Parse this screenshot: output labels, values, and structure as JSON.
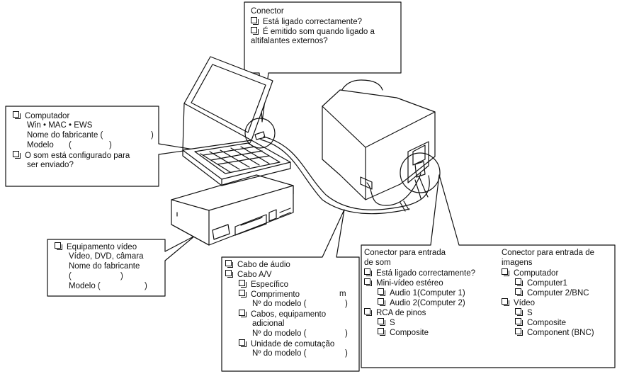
{
  "callouts": {
    "connector_top": {
      "title": "Conector",
      "q1": "Está ligado correctamente?",
      "q2a": "É emitido som quando ligado a",
      "q2b": "altifalantes externos?"
    },
    "computer": {
      "q1": "Computador",
      "os": "Win • MAC • EWS",
      "maker": "Nome do fabricante (",
      "maker_close": ")",
      "model": "Modelo",
      "model_open": "(",
      "model_close": ")",
      "q2a": "O som está configurado para",
      "q2b": "ser enviado?"
    },
    "video_equipment": {
      "q1": "Equipamento vídeo",
      "types": "Vídeo, DVD, câmara",
      "maker": "Nome do fabricante",
      "maker_paren_open": "(",
      "maker_paren_close": ")",
      "model": "Modelo (",
      "model_close": ")"
    },
    "cables": {
      "audio_cable": "Cabo de áudio",
      "av_cable": "Cabo A/V",
      "specific": "Específico",
      "length": "Comprimento",
      "length_unit": "m",
      "model_no_1": "Nº do modelo (",
      "model_no_1_close": ")",
      "extra_a": "Cabos, equipamento",
      "extra_b": "adicional",
      "model_no_2": "Nº do modelo (",
      "model_no_2_close": ")",
      "switch_unit": "Unidade de comutação",
      "model_no_3": "Nº do modelo (",
      "model_no_3_close": ")"
    },
    "projector_connectors": {
      "sound_head_a": "Conector para entrada",
      "sound_head_b": "de som",
      "sound_q1": "Está ligado correctamente?",
      "minivideo": "Mini-vídeo estéreo",
      "audio1": "Audio 1(Computer 1)",
      "audio2": "Audio 2(Computer 2)",
      "rca": "RCA de pinos",
      "rca_s": "S",
      "rca_composite": "Composite",
      "image_head_a": "Conector para entrada de",
      "image_head_b": "imagens",
      "img_computer": "Computador",
      "img_computer1": "Computer1",
      "img_computer2": "Computer 2/BNC",
      "img_video": "Vídeo",
      "img_s": "S",
      "img_composite": "Composite",
      "img_component": "Component (BNC)"
    }
  }
}
